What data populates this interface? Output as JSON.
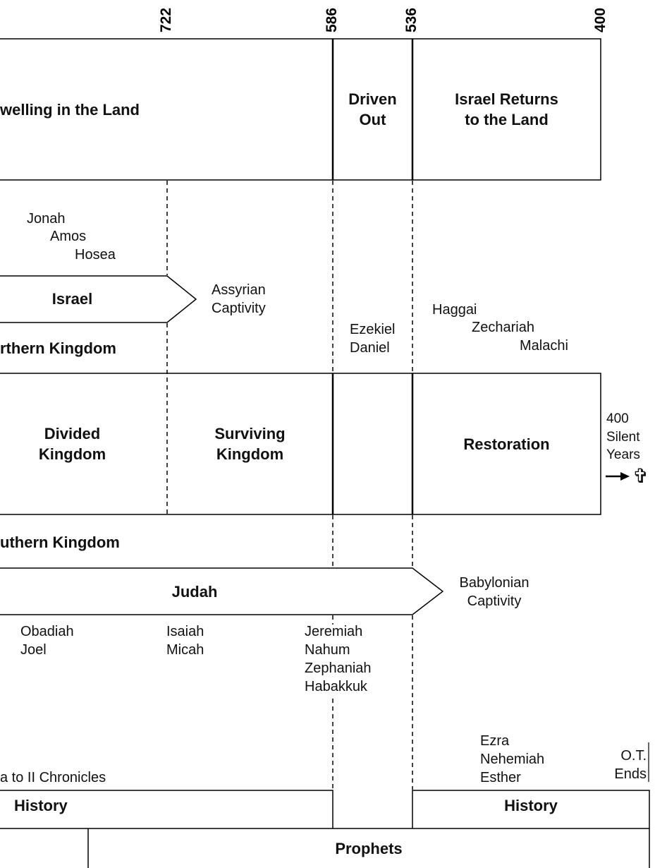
{
  "years": [
    "722",
    "586",
    "536",
    "400"
  ],
  "eras": {
    "dwelling": "welling in the Land",
    "driven_out": "Driven\nOut",
    "returns": "Israel Returns\nto the Land"
  },
  "north": {
    "prophets": [
      "Jonah",
      "Amos",
      "Hosea"
    ],
    "kingdom_name": "Israel",
    "captivity": "Assyrian\nCaptivity",
    "label": "rthern Kingdom"
  },
  "exile_prophets": "Ezekiel\nDaniel",
  "post_exile_prophets": [
    "Haggai",
    "Zechariah",
    "Malachi"
  ],
  "periods": {
    "divided": "Divided\nKingdom",
    "surviving": "Surviving\nKingdom",
    "restoration": "Restoration"
  },
  "silent": "400\nSilent\nYears",
  "cross_symbol": "✞",
  "south": {
    "label": "uthern Kingdom",
    "kingdom_name": "Judah",
    "captivity": "Babylonian\nCaptivity",
    "prophets_early": "Obadiah\nJoel",
    "prophets_mid": "Isaiah\nMicah",
    "prophets_late": "Jeremiah\nNahum\nZephaniah\nHabakkuk"
  },
  "books": {
    "history_span": "a to II Chronicles",
    "later_history": "Ezra\nNehemiah\nEsther",
    "ot_ends": "O.T.\nEnds"
  },
  "bands": {
    "history_left": "History",
    "history_right": "History",
    "prophets": "Prophets"
  }
}
